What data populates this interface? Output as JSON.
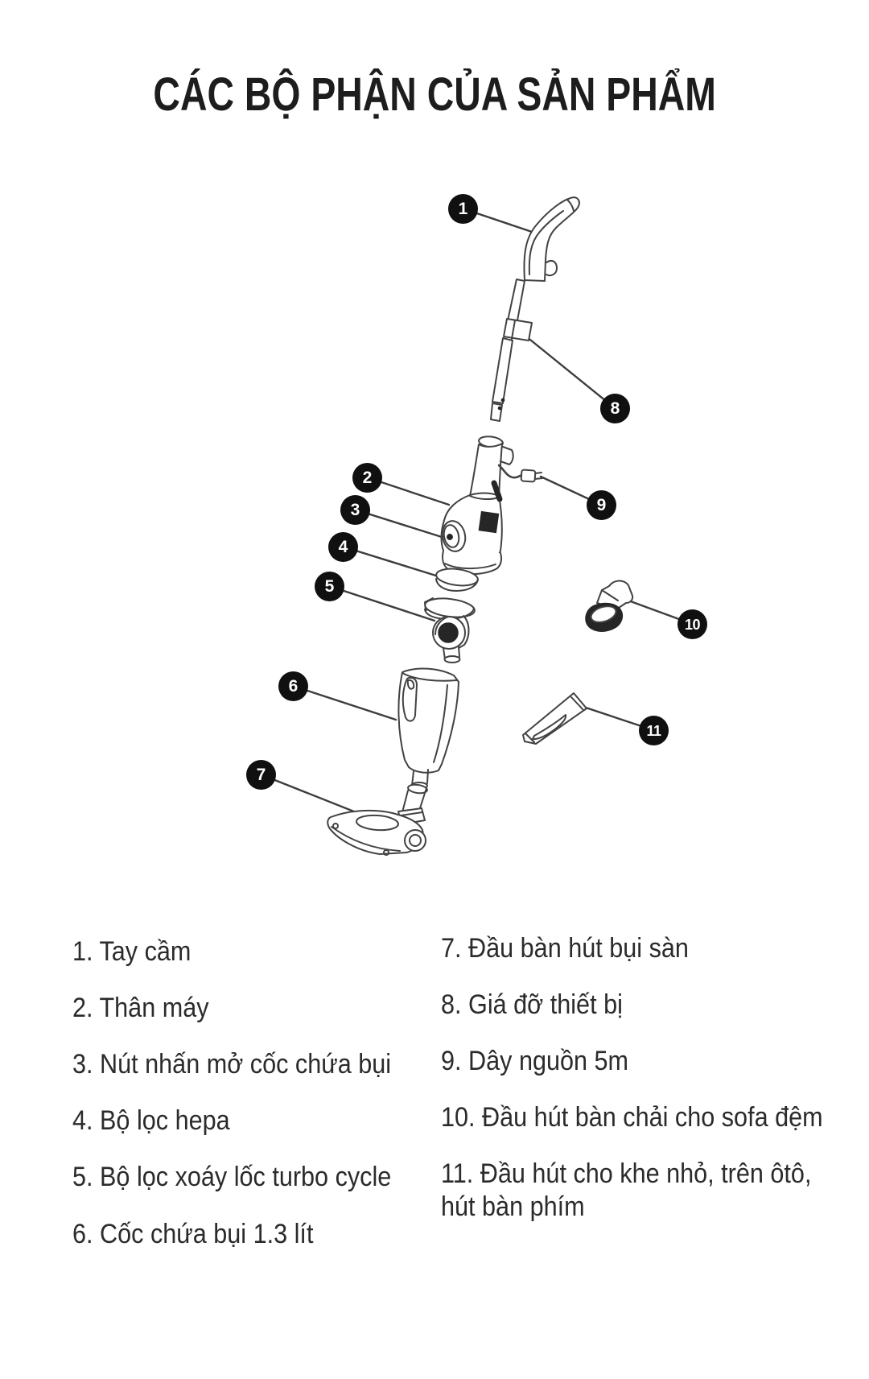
{
  "title": "CÁC BỘ PHẬN CỦA SẢN PHẨM",
  "parts": [
    {
      "num": "1",
      "label": "Tay cầm"
    },
    {
      "num": "2",
      "label": "Thân máy"
    },
    {
      "num": "3",
      "label": "Nút nhấn mở cốc chứa bụi"
    },
    {
      "num": "4",
      "label": "Bộ lọc hepa"
    },
    {
      "num": "5",
      "label": "Bộ lọc xoáy lốc turbo cycle"
    },
    {
      "num": "6",
      "label": "Cốc chứa bụi 1.3 lít"
    },
    {
      "num": "7",
      "label": "Đầu bàn hút bụi sàn"
    },
    {
      "num": "8",
      "label": "Giá đỡ thiết bị"
    },
    {
      "num": "9",
      "label": "Dây nguồn 5m"
    },
    {
      "num": "10",
      "label": "Đầu hút bàn chải cho sofa đệm"
    },
    {
      "num": "11",
      "label": "Đầu hút cho khe nhỏ, trên ôtô, hút bàn phím"
    }
  ],
  "legend": {
    "left": [
      "1. Tay cầm",
      "2. Thân máy",
      "3. Nút nhấn mở cốc chứa bụi",
      "4. Bộ lọc hepa",
      "5. Bộ lọc xoáy lốc turbo cycle",
      "6. Cốc chứa bụi 1.3 lít"
    ],
    "right": [
      "7. Đầu bàn hút bụi sàn",
      "8. Giá đỡ thiết bị",
      "9. Dây nguồn 5m",
      "10. Đầu hút bàn chải cho sofa đệm",
      "11. Đầu hút cho khe nhỏ, trên ôtô,\nhút bàn phím"
    ]
  },
  "colors": {
    "badge_bg": "#101010",
    "line": "#424242",
    "text": "#2b2b2b"
  }
}
